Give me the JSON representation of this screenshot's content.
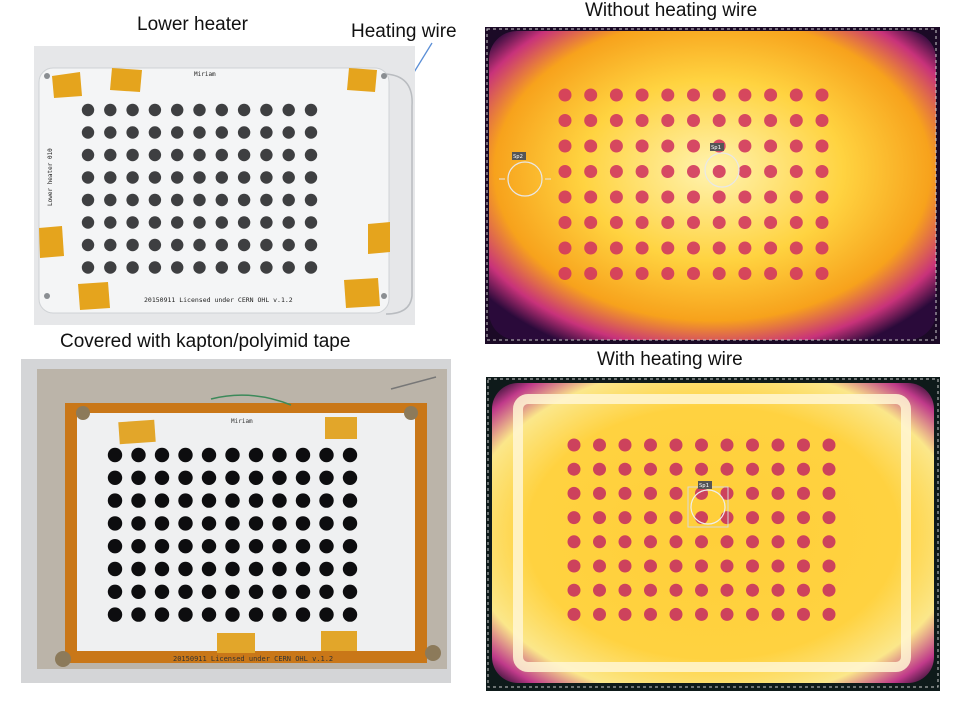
{
  "captions": {
    "lower_heater": "Lower heater",
    "heating_wire": "Heating wire",
    "without_wire": "Without heating wire",
    "covered": "Covered with kapton/polyimid tape",
    "with_wire": "With heating wire"
  },
  "board": {
    "owner": "Miriam",
    "side_text": "Lower heater 010",
    "footer": "20150911 Licensed under CERN OHL v.1.2"
  },
  "thermal": {
    "spot1": "Sp1",
    "spot2": "Sp2"
  },
  "colors": {
    "board_white": "#f4f5f6",
    "kapton": "#e4a21c",
    "thermal_hot": "#ffd94a",
    "thermal_cold": "#2a0a3a"
  }
}
